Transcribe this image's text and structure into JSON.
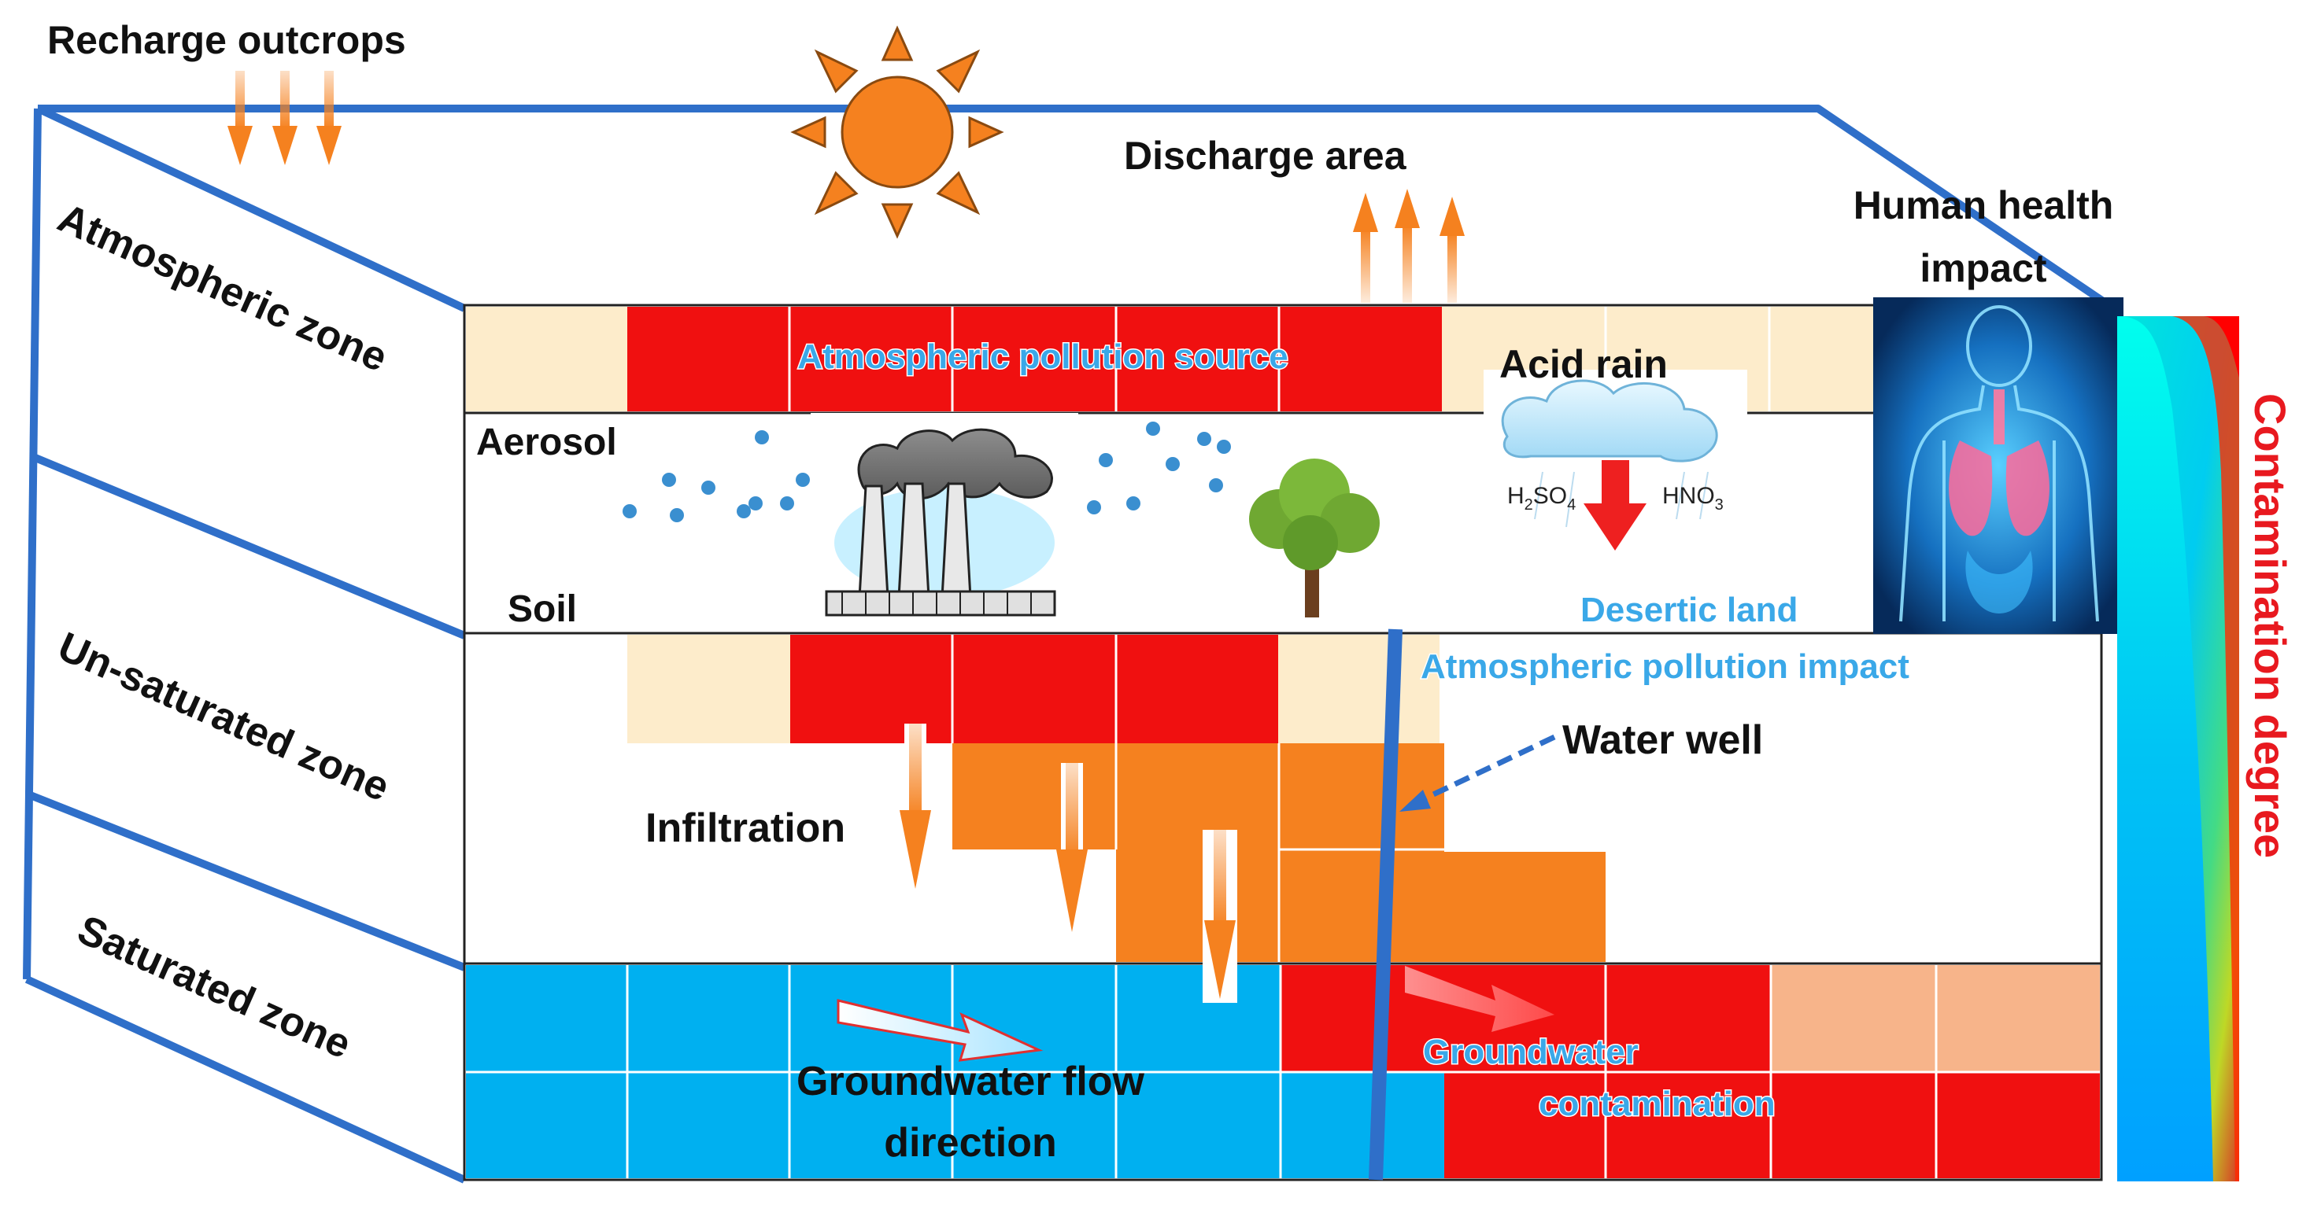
{
  "labels": {
    "recharge": "Recharge outcrops",
    "discharge": "Discharge area",
    "human_health_line1": "Human health",
    "human_health_line2": "impact",
    "atmospheric_zone": "Atmospheric zone",
    "unsaturated_zone": "Un-saturated zone",
    "saturated_zone": "Saturated zone",
    "atm_source": "Atmospheric pollution source",
    "acid_rain": "Acid rain",
    "aerosol": "Aerosol",
    "soil": "Soil",
    "h2so4_base": "H",
    "h2so4_sub2": "2",
    "h2so4_mid": "SO",
    "h2so4_sub4": "4",
    "hno3_base": "HNO",
    "hno3_sub3": "3",
    "desertic": "Desertic land",
    "atm_impact": "Atmospheric pollution impact",
    "water_well": "Water well",
    "infiltration": "Infiltration",
    "gw_flow_line1": "Groundwater flow",
    "gw_flow_line2": "direction",
    "gw_contam_line1": "Groundwater",
    "gw_contam_line2": "contamination",
    "contamination_degree": "Contamination degree"
  },
  "colors": {
    "frame": "#2f6fc9",
    "pollution_red": "#f01010",
    "beige": "#fdeccb",
    "orange": "#f5811f",
    "light_orange": "#f7b48a",
    "groundwater_blue": "#00b0f0",
    "sun": "#f5811f",
    "label_blue": "#3aa8e8",
    "legend_title": "#e8191f"
  },
  "icons": [
    "sun-icon",
    "factory-icon",
    "tree-icon",
    "cloud-icon",
    "human-body-icon"
  ]
}
